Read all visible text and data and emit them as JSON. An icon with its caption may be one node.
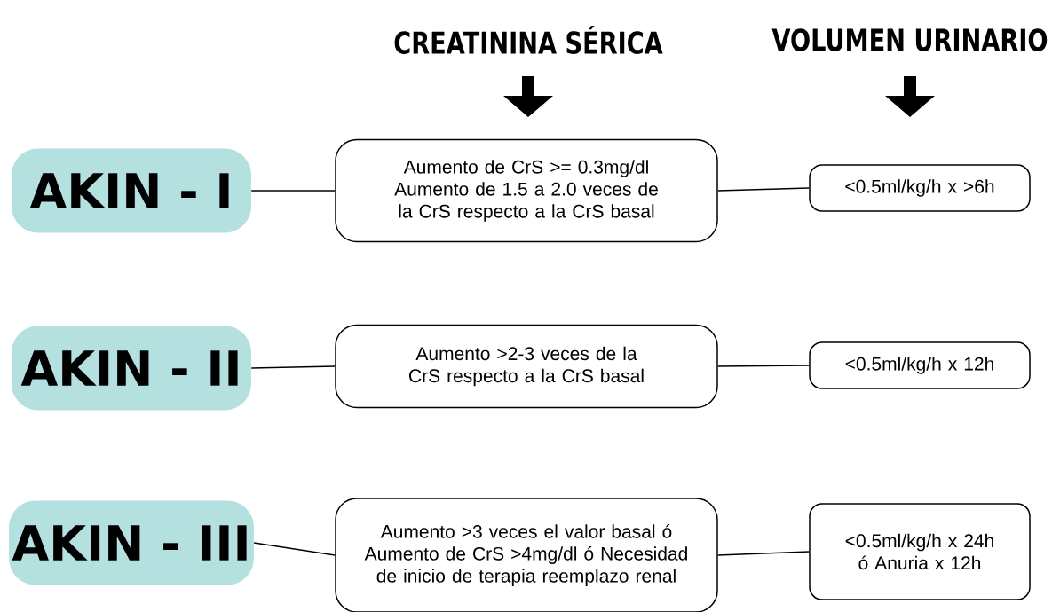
{
  "diagram": {
    "nodes": [
      {
        "text": [
          "AKIN - I"
        ]
      },
      {
        "text": [
          "Aumento de CrS >= 0.3mg/dl Aumento de 1.5 a 2.0 veces de la CrS respecto a la CrS basal"
        ]
      },
      {
        "text": [
          "<0.5ml/kg/h x >6h"
        ]
      },
      {
        "text": [
          "AKIN - II"
        ]
      },
      {
        "text": [
          "Aumento >2-3 veces de la CrS respecto a la CrS basal"
        ]
      },
      {
        "text": [
          "<0.5ml/kg/h x 12h"
        ]
      },
      {
        "text": [
          "AKIN - III"
        ]
      },
      {
        "text": [
          "Aumento >3 veces el valor basal ó Aumento de CrS >4mg/dl ó Necesidad de inicio de terapia reemplazo renal"
        ]
      },
      {
        "text": [
          "<0.5ml/kg/h x 24h ó Anuria x 12h"
        ]
      }
    ],
    "edges": [
      {
        "from": 0,
        "to": 1,
        "arrow": "none"
      },
      {
        "from": 1,
        "to": 2,
        "arrow": "none"
      },
      {
        "from": 3,
        "to": 4,
        "arrow": "none"
      },
      {
        "from": 4,
        "to": 5,
        "arrow": "none"
      },
      {
        "from": 6,
        "to": 7,
        "arrow": "none"
      },
      {
        "from": 7,
        "to": 8,
        "arrow": "none"
      }
    ],
    "labels": [
      "CREATININA SÉRICA",
      "VOLUMEN URINARIO"
    ]
  }
}
